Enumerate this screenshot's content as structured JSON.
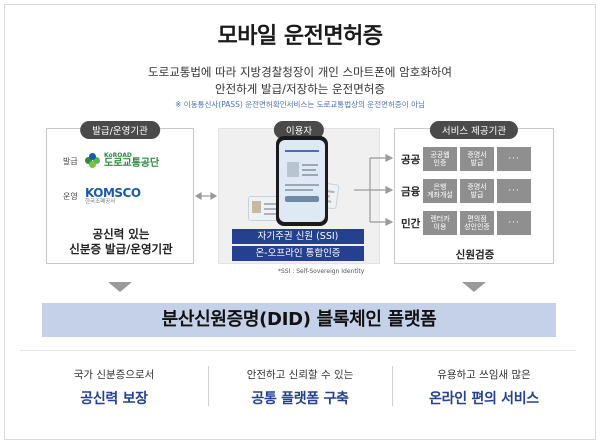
{
  "title": "모바일 운전면허증",
  "description": {
    "line1": "도로교통법에 따라 지방경찰청장이 개인 스마트폰에 암호화하여",
    "line2": "안전하게 발급/저장하는 운전면허증"
  },
  "note": "※ 이동통신사(PASS) 운전면허확인서비스는 도로교통법상의 운전면허증이 아님",
  "issuer_panel": {
    "tab": "발급/운영기관",
    "rows": [
      {
        "tag": "발급",
        "logo_en": "KoROAD",
        "logo_ko": "도로교통공단"
      },
      {
        "tag": "운영",
        "logo_en": "KOMSCO",
        "logo_ko": "한국조폐공사"
      }
    ],
    "caption_line1": "공신력 있는",
    "caption_line2": "신분증 발급/운영기관"
  },
  "user_panel": {
    "tab": "이용자",
    "ssi_label": "자기주권 신원 (SSI)",
    "onoff_label": "온-오프라인 통합인증",
    "footnote": "*SSI : Self-Sovereign Identity"
  },
  "service_panel": {
    "tab": "서비스 제공기관",
    "rows": [
      {
        "label": "공공",
        "items": [
          "공공웹\n인증",
          "증명서\n발급",
          "···"
        ]
      },
      {
        "label": "금융",
        "items": [
          "은행\n계좌개설",
          "증명서\n발급",
          "···"
        ]
      },
      {
        "label": "민간",
        "items": [
          "렌터카\n이용",
          "편의점\n성인인증",
          "···"
        ]
      }
    ],
    "caption": "신원검증"
  },
  "did_bar": "분산신원증명(DID) 블록체인 플랫폼",
  "benefits": [
    {
      "sub": "국가 신분증으로서",
      "main": "공신력 보장"
    },
    {
      "sub": "안전하고 신뢰할 수 있는",
      "main": "공통 플랫폼 구축"
    },
    {
      "sub": "유용하고 쓰임새 많은",
      "main": "온라인 편의 서비스"
    }
  ],
  "colors": {
    "accent_blue": "#24408f",
    "did_bar_bg": "#c5d1e8",
    "service_box": "#8f8f8f",
    "koroad_green": "#2b8a3e",
    "komsco_blue": "#1d5aa8"
  }
}
